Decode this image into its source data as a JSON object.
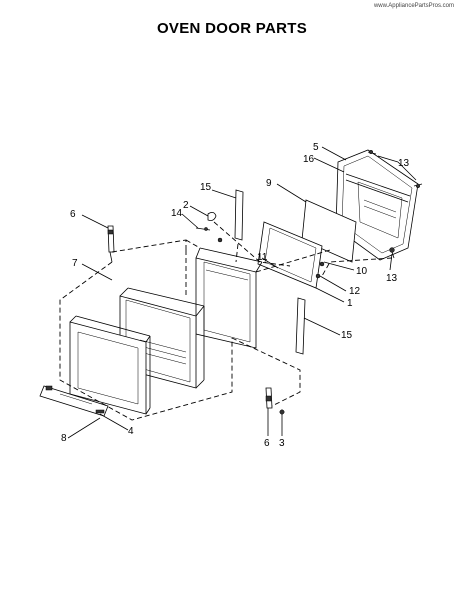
{
  "watermark": "www.AppliancePartsPros.com",
  "title": "OVEN DOOR PARTS",
  "callouts": {
    "c5": "5",
    "c16": "16",
    "c13a": "13",
    "c9": "9",
    "c15a": "15",
    "c2": "2",
    "c14": "14",
    "c6a": "6",
    "c7": "7",
    "c11": "11",
    "c10": "10",
    "c13b": "13",
    "c12": "12",
    "c1": "1",
    "c15b": "15",
    "c8": "8",
    "c4": "4",
    "c6b": "6",
    "c3": "3"
  }
}
